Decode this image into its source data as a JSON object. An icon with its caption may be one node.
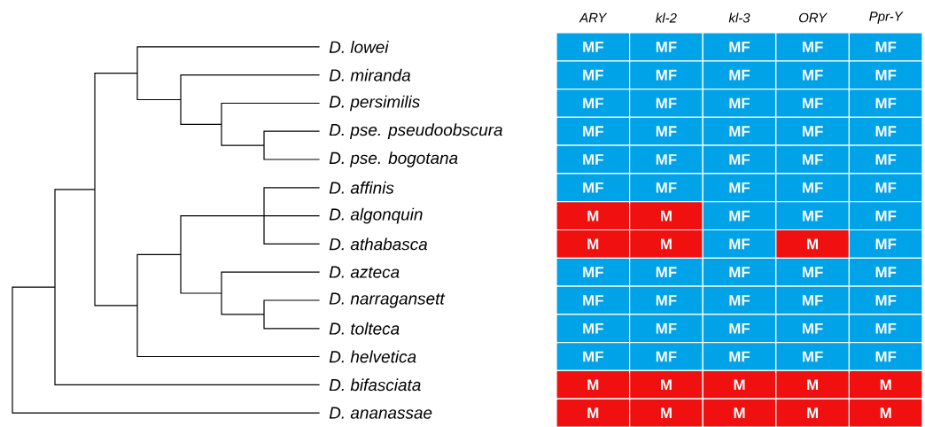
{
  "diagram": {
    "labels": [
      "ARY",
      "kl-2",
      "kl-3",
      "ORY",
      "Ppr-Y",
      "D. lowei",
      "MF",
      "MF",
      "MF",
      "MF",
      "MF",
      "D. miranda",
      "MF",
      "MF",
      "MF",
      "MF",
      "MF",
      "D. persimilis",
      "MF",
      "MF",
      "MF",
      "MF",
      "MF",
      "D. pse. pseudoobscura",
      "MF",
      "MF",
      "MF",
      "MF",
      "MF",
      "D. pse. bogotana",
      "MF",
      "MF",
      "MF",
      "MF",
      "MF",
      "D. affinis",
      "MF",
      "MF",
      "MF",
      "MF",
      "MF",
      "D. algonquin",
      "M",
      "M",
      "MF",
      "MF",
      "MF",
      "D. athabasca",
      "M",
      "M",
      "MF",
      "M",
      "MF",
      "D. azteca",
      "MF",
      "MF",
      "MF",
      "MF",
      "MF",
      "D. narragansett",
      "MF",
      "MF",
      "MF",
      "MF",
      "MF",
      "D. tolteca",
      "MF",
      "MF",
      "MF",
      "MF",
      "MF",
      "D. helvetica",
      "MF",
      "MF",
      "MF",
      "MF",
      "MF",
      "D. bifasciata",
      "M",
      "M",
      "M",
      "M",
      "M",
      "D. ananassae",
      "M",
      "M",
      "M",
      "M",
      "M"
    ]
  }
}
